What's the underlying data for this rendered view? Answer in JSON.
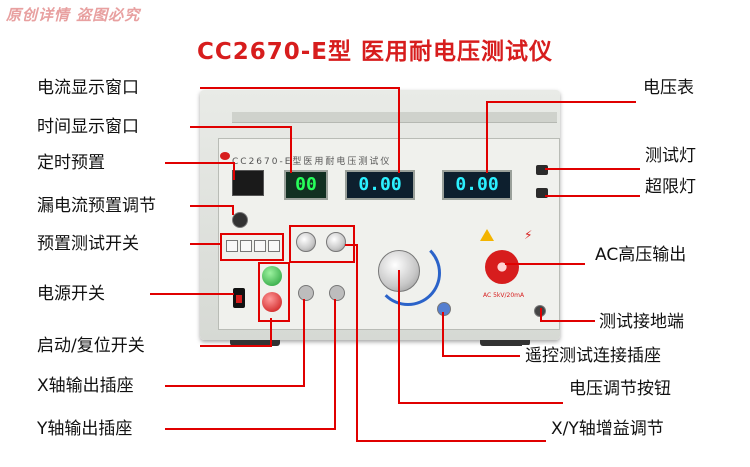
{
  "watermark": "原创详情 盗图必究",
  "title": "CC2670-E型 医用耐电压测试仪",
  "device": {
    "model_text": "CC2670-E型医用耐电压测试仪",
    "time_value": "00",
    "current_value": "0.00",
    "voltage_value": "0.00",
    "ac_label": "AC 5kV/20mA"
  },
  "labels_left": {
    "current_display": "电流显示窗口",
    "time_display": "时间显示窗口",
    "timer_preset": "定时预置",
    "leak_preset": "漏电流预置调节",
    "preset_test_switch": "预置测试开关",
    "power_switch": "电源开关",
    "start_reset": "启动/复位开关",
    "x_output": "X轴输出插座",
    "y_output": "Y轴输出插座"
  },
  "labels_right": {
    "voltmeter": "电压表",
    "test_lamp": "测试灯",
    "over_lamp": "超限灯",
    "ac_output": "AC高压输出",
    "ground": "测试接地端",
    "remote": "遥控测试连接插座",
    "voltage_knob": "电压调节按钮",
    "xy_gain": "X/Y轴增益调节"
  },
  "colors": {
    "title": "#d71d1d",
    "line": "#e00000",
    "display_green": "#27ff5a"
  }
}
